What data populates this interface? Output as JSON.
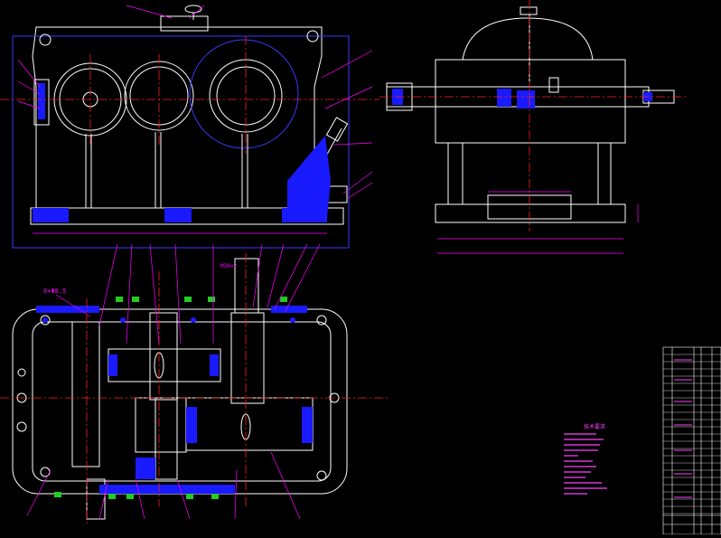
{
  "drawing": {
    "background": "#000000",
    "colors": {
      "outline": "#ffffff",
      "centerline": "#ff2020",
      "dimension": "#ff00ff",
      "fill": "#1a1aff",
      "hidden": "#3a3aff",
      "bolt": "#22cc22",
      "yellow": "#ffff00",
      "note": "#ff40ff"
    },
    "labels": {
      "hole_callout": "6×Φ8.5",
      "breather_note": "M30×2"
    },
    "notes_heading": "技术要求"
  }
}
